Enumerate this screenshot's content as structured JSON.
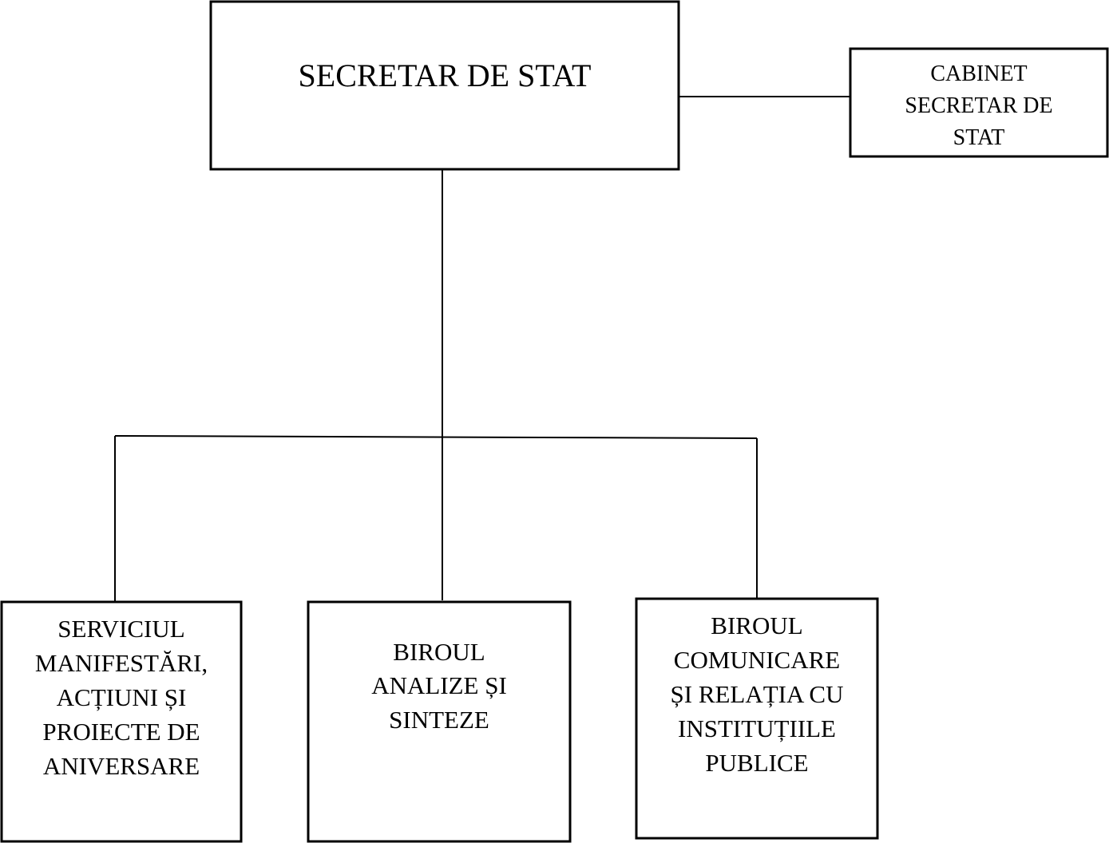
{
  "nodes": {
    "root": {
      "lines": [
        "SECRETAR DE STAT"
      ]
    },
    "cabinet": {
      "lines": [
        "CABINET",
        "SECRETAR DE",
        "STAT"
      ]
    },
    "serviciul": {
      "lines": [
        "SERVICIUL",
        "MANIFESTĂRI,",
        "ACȚIUNI ȘI",
        "PROIECTE DE",
        "ANIVERSARE"
      ]
    },
    "analize": {
      "lines": [
        "BIROUL",
        "ANALIZE ȘI",
        "SINTEZE"
      ]
    },
    "comunicare": {
      "lines": [
        "BIROUL",
        "COMUNICARE",
        "ȘI RELAȚIA CU",
        "INSTITUȚIILE",
        "PUBLICE"
      ]
    }
  }
}
